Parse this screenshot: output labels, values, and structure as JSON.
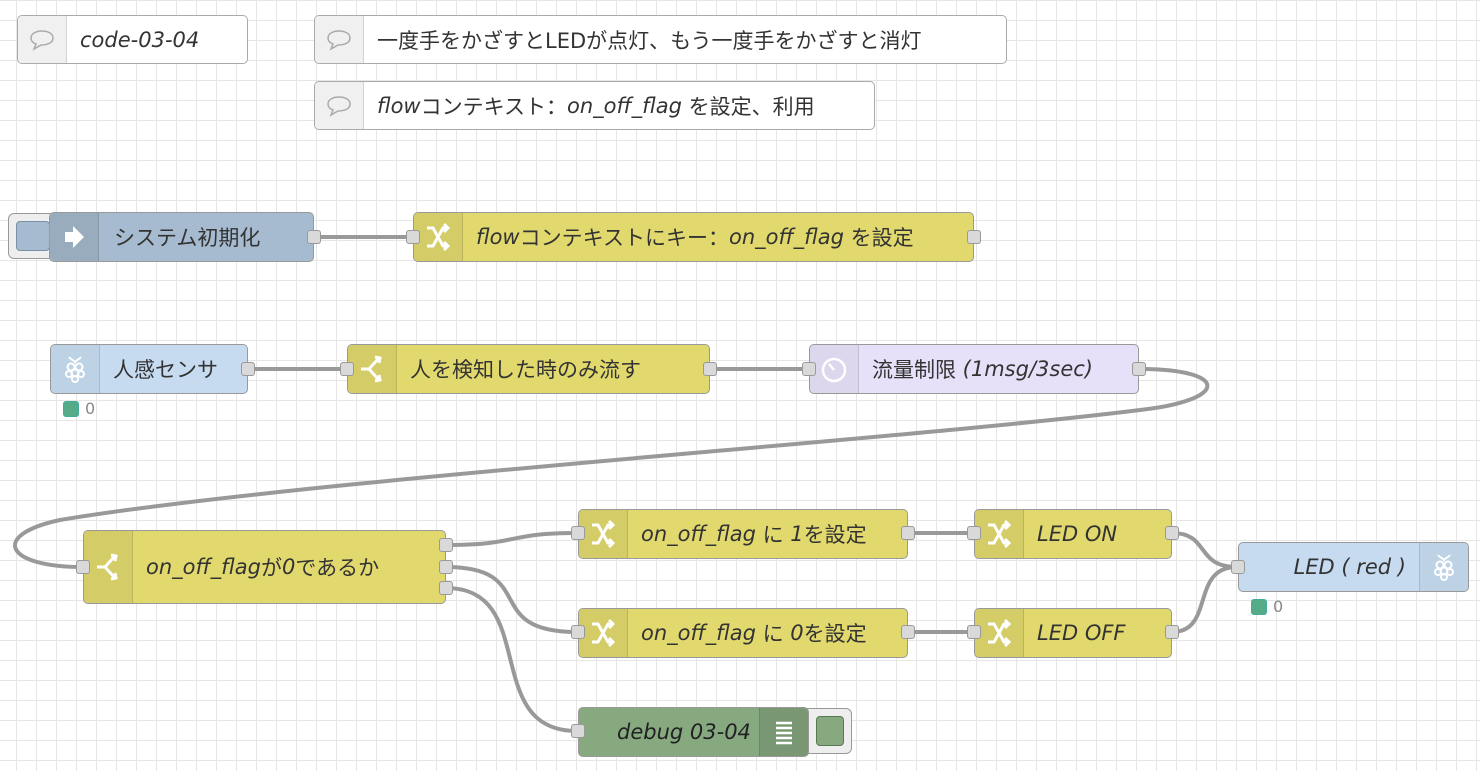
{
  "comments": {
    "c1": {
      "label": "code-03-04",
      "icon": "speech-bubble-icon"
    },
    "c2": {
      "label": "一度手をかざすとLEDが点灯、もう一度手をかざすと消灯",
      "icon": "speech-bubble-icon"
    },
    "c3": {
      "pre": "flow",
      "post": "コンテキスト：",
      "key": "on_off_flag",
      "tail": " を設定、利用",
      "icon": "speech-bubble-icon"
    }
  },
  "nodes": {
    "inject": {
      "label": "システム初期化",
      "icon": "arrow-right-icon",
      "color": "#a6bbcf"
    },
    "change_flow": {
      "pre": "flow",
      "mid": "コンテキストにキー：",
      "key": "on_off_flag",
      "tail": " を設定",
      "icon": "shuffle-icon",
      "color": "#e2d96e"
    },
    "sensor": {
      "label": "人感センサ",
      "icon": "raspberry-pi-icon",
      "color": "#c6dbef",
      "status": "0"
    },
    "switch_detect": {
      "label": "人を検知した時のみ流す",
      "icon": "switch-icon",
      "color": "#e2d96e"
    },
    "delay": {
      "label": "流量制限",
      "label_it": " (1msg/3sec)",
      "icon": "timer-icon",
      "color": "#e6e0f8"
    },
    "switch_flag": {
      "key": "on_off_flag",
      "mid": "が",
      "num": "0",
      "tail": "であるか",
      "icon": "switch-icon",
      "color": "#e2d96e"
    },
    "set1": {
      "key": "on_off_flag",
      "mid": " に ",
      "num": "1",
      "tail": "を設定",
      "icon": "shuffle-icon",
      "color": "#e2d96e"
    },
    "set0": {
      "key": "on_off_flag",
      "mid": " に ",
      "num": "0",
      "tail": "を設定",
      "icon": "shuffle-icon",
      "color": "#e2d96e"
    },
    "led_on": {
      "label": "LED ON",
      "icon": "shuffle-icon",
      "color": "#e2d96e"
    },
    "led_off": {
      "label": "LED OFF",
      "icon": "shuffle-icon",
      "color": "#e2d96e"
    },
    "led_red": {
      "label": "LED ( red )",
      "icon": "raspberry-pi-icon",
      "color": "#c6dbef",
      "status": "0"
    },
    "debug": {
      "label": "debug 03-04",
      "icon": "list-icon",
      "color": "#87a980"
    }
  }
}
